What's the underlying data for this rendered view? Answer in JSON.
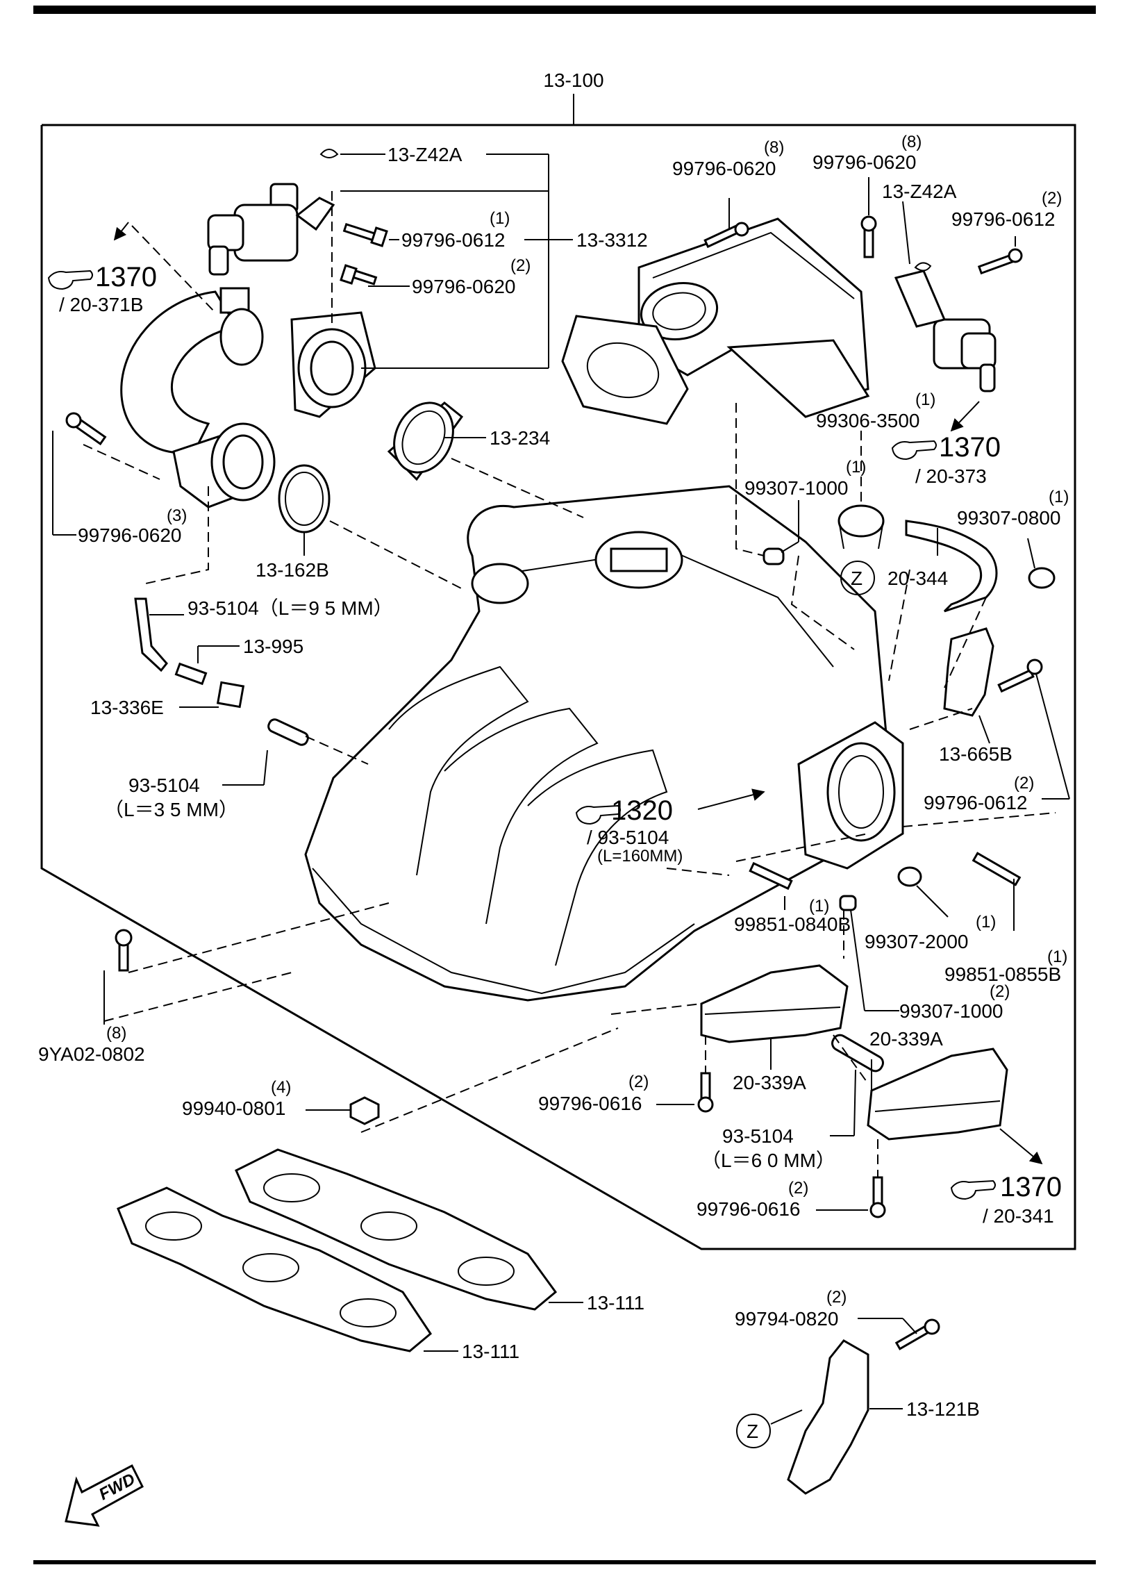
{
  "header": {
    "assembly": "13-100"
  },
  "labels": {
    "z42a_top": "13-Z42A",
    "b0612_a": "99796-0612",
    "b0612_a_qty": "(1)",
    "s3312": "13-3312",
    "b0620_a": "99796-0620",
    "b0620_a_qty": "(2)",
    "ref1370_a": "1370",
    "ref1370_a_sub": "/ 20-371B",
    "b0620_b": "99796-0620",
    "b0620_b_qty": "(8)",
    "b0620_c": "99796-0620",
    "b0620_c_qty": "(8)",
    "z42a_right": "13-Z42A",
    "b0612_b": "99796-0612",
    "b0612_b_qty": "(2)",
    "p234": "13-234",
    "p99306": "99306-3500",
    "p99306_qty": "(1)",
    "ref1370_b": "1370",
    "ref1370_b_sub": "/ 20-373",
    "p99307_1000a": "99307-1000",
    "p99307_1000a_qty": "(1)",
    "p99307_0800": "99307-0800",
    "p99307_0800_qty": "(1)",
    "z_mark": "Z",
    "p20344": "20-344",
    "b0620_d": "99796-0620",
    "b0620_d_qty": "(3)",
    "p162b": "13-162B",
    "hose95": "93-5104（L＝9 5 MM）",
    "p995": "13-995",
    "p336e": "13-336E",
    "hose35": "93-5104",
    "hose35_len": "（L＝3 5 MM）",
    "p665b": "13-665B",
    "b0612_c": "99796-0612",
    "b0612_c_qty": "(2)",
    "ref1320": "1320",
    "ref1320_sub": "/ 93-5104",
    "ref1320_len": "(L=160MM)",
    "p0840b": "99851-0840B",
    "p0840b_qty": "(1)",
    "p2000": "99307-2000",
    "p2000_qty": "(1)",
    "p0855b": "99851-0855B",
    "p0855b_qty": "(1)",
    "p1000b": "99307-1000",
    "p1000b_qty": "(2)",
    "p9ya02": "9YA02-0802",
    "p9ya02_qty": "(8)",
    "p339a_top": "20-339A",
    "p339a_mid": "20-339A",
    "b0616_a": "99796-0616",
    "b0616_a_qty": "(2)",
    "nut0801": "99940-0801",
    "nut0801_qty": "(4)",
    "hose60": "93-5104",
    "hose60_len": "（L＝6 0 MM）",
    "b0616_b": "99796-0616",
    "b0616_b_qty": "(2)",
    "ref1370_c": "1370",
    "ref1370_c_sub": "/ 20-341",
    "p111_a": "13-111",
    "p111_b": "13-111",
    "b0820": "99794-0820",
    "b0820_qty": "(2)",
    "p121b": "13-121B",
    "z_mark_2": "Z",
    "fwd": "FWD"
  },
  "colors": {
    "ink": "#000000",
    "paper": "#ffffff"
  }
}
